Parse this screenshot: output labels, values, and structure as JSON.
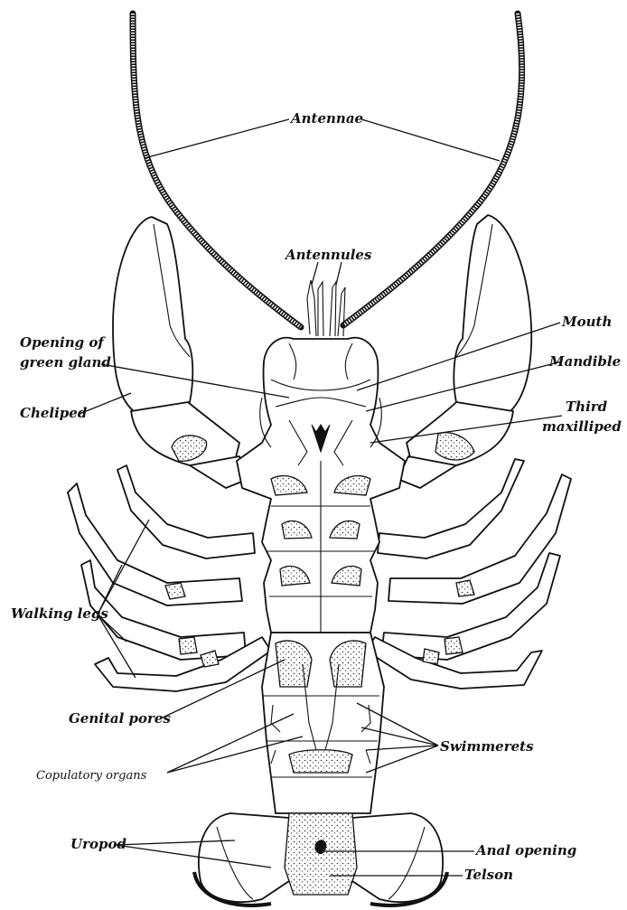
{
  "labels": {
    "antennae": "Antennae",
    "antennules": "Antennules",
    "mouth": "Mouth",
    "opening_green_gland_1": "Opening of",
    "opening_green_gland_2": "green gland",
    "mandible": "Mandible",
    "cheliped": "Cheliped",
    "third_maxilliped_1": "Third",
    "third_maxilliped_2": "maxilliped",
    "walking_legs": "Walking legs",
    "genital_pores": "Genital pores",
    "swimmerets": "Swimmerets",
    "copulatory_organs": "Copulatory organs",
    "uropod": "Uropod",
    "anal_opening": "Anal opening",
    "telson": "Telson"
  }
}
